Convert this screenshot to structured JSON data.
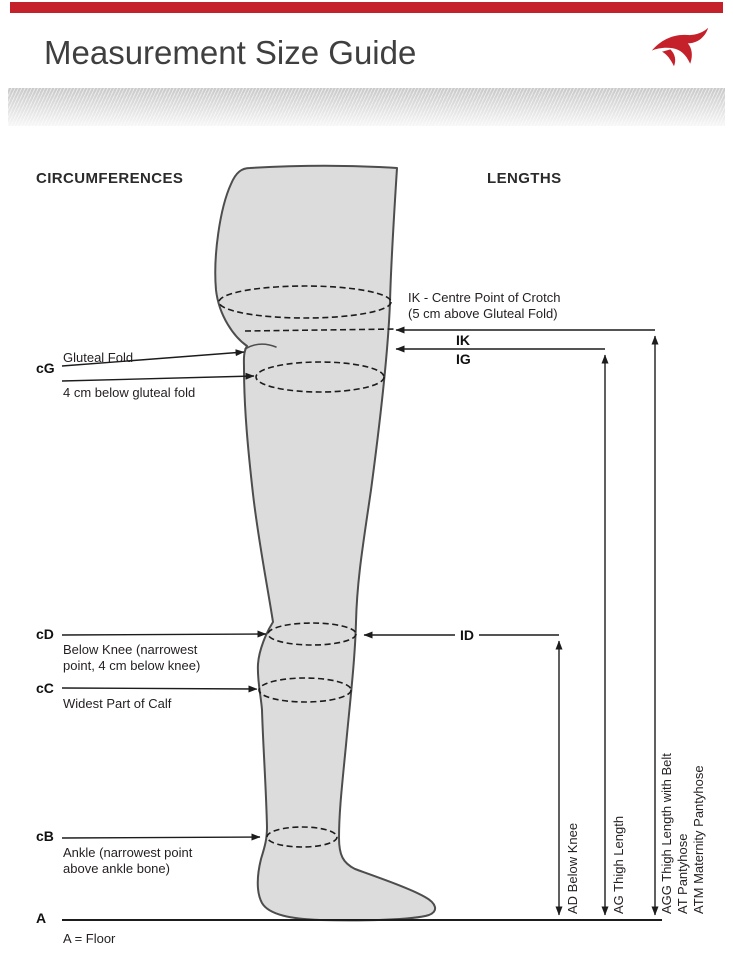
{
  "header": {
    "title": "Measurement Size Guide"
  },
  "columns": {
    "circumferences_heading": "CIRCUMFERENCES",
    "lengths_heading": "LENGTHS"
  },
  "circumferences": {
    "cg_code": "cG",
    "cg_label_1": "Gluteal Fold",
    "cg_label_2": "4 cm below gluteal fold",
    "cd_code": "cD",
    "cd_label": "Below Knee (narrowest point, 4 cm below knee)",
    "cc_code": "cC",
    "cc_label": "Widest Part of Calf",
    "cb_code": "cB",
    "cb_label": "Ankle (narrowest point above ankle bone)",
    "a_code": "A",
    "a_label": "A = Floor"
  },
  "lengths": {
    "ik_note_1": "IK - Centre Point of Crotch",
    "ik_note_2": "(5 cm above Gluteal Fold)",
    "ik_code": "IK",
    "ig_code": "IG",
    "id_code": "ID",
    "ad_label": "AD Below Knee",
    "ag_label": "AG Thigh Length",
    "agg_label": "AGG Thigh Length with Belt",
    "at_label": "AT Pantyhose",
    "atm_label": "ATM Maternity Pantyhose"
  },
  "colors": {
    "accent_red": "#c5212b",
    "leg_fill": "#dcdcdc",
    "leg_outline": "#4d4d4d",
    "line_color": "#1c1c1c",
    "text_color": "#231f20",
    "title_color": "#3f3f3f"
  }
}
